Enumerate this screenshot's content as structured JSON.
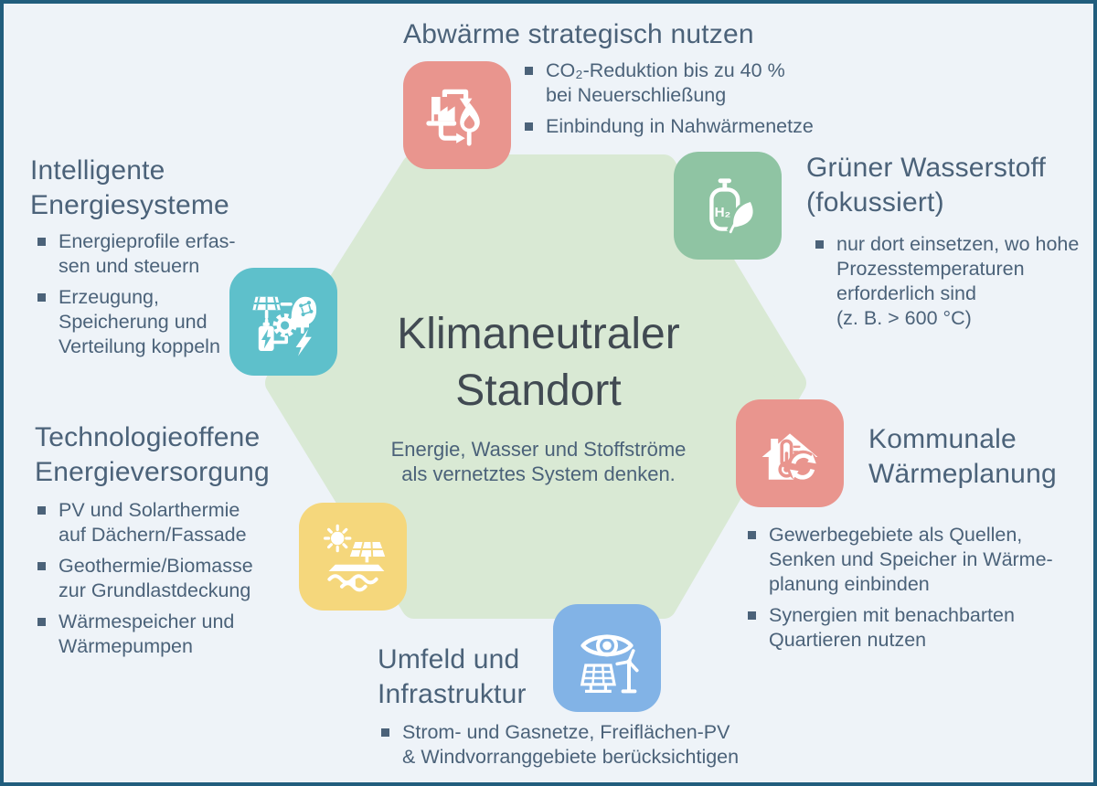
{
  "center": {
    "title": "Klimaneutraler\nStandort",
    "subtitle": "Energie, Wasser und Stoffströme\nals vernetztes System denken."
  },
  "sections": {
    "waste_heat": {
      "title": "Abwärme strategisch nutzen",
      "icon": "factory-waste-heat-icon",
      "tile_color": "#e9958e",
      "bullets": [
        "CO₂-Reduktion bis zu 40 %\nbei Neuerschließung",
        "Einbindung in Nahwärmenetze"
      ]
    },
    "hydrogen": {
      "title": "Grüner Wasserstoff\n(fokussiert)",
      "icon": "hydrogen-cylinder-leaf-icon",
      "tile_color": "#8fc4a3",
      "bullets": [
        "nur dort einsetzen, wo hohe\nProzesstemperaturen\nerforderlich sind\n(z. B. > 600 °C)"
      ]
    },
    "municipal_heat": {
      "title": "Kommunale\nWärmeplanung",
      "icon": "house-thermometer-recycle-icon",
      "tile_color": "#e9958e",
      "bullets": [
        "Gewerbegebiete als Quellen,\nSenken und Speicher in Wärme-\nplanung einbinden",
        "Synergien mit benachbarten\nQuartieren nutzen"
      ]
    },
    "environment": {
      "title": "Umfeld und\nInfrastruktur",
      "icon": "eye-solar-wind-icon",
      "tile_color": "#82b3e6",
      "bullets": [
        "Strom- und Gasnetze, Freiflächen-PV\n& Windvorranggebiete berücksichtigen"
      ]
    },
    "smart_energy": {
      "title": "Intelligente\nEnergiesysteme",
      "icon": "smart-energy-network-icon",
      "tile_color": "#5ec0cb",
      "bullets": [
        "Energieprofile erfas-\nsen und steuern",
        "Erzeugung,\nSpeicherung und\nVerteilung koppeln"
      ]
    },
    "tech_open": {
      "title": "Technologieoffene\nEnergieversorgung",
      "icon": "sun-solar-panel-icon",
      "tile_color": "#f5d77c",
      "bullets": [
        "PV und Solarthermie\nauf Dächern/Fassade",
        "Geothermie/Biomasse\nzur Grundlastdeckung",
        "Wärmespeicher und\nWärmepumpen"
      ]
    }
  },
  "colors": {
    "background": "#eef3f8",
    "frame_border": "#215d7d",
    "hexagon_fill": "#d9e9d4",
    "heading_text": "#4b6279",
    "center_title_text": "#414a52",
    "salmon_accent": "#e9958e",
    "green_accent": "#8fc4a3",
    "teal_accent": "#5ec0cb",
    "yellow_accent": "#f5d77c",
    "blue_accent": "#82b3e6"
  }
}
